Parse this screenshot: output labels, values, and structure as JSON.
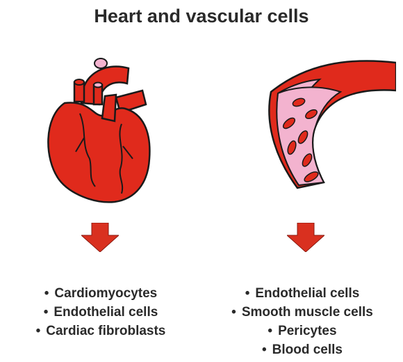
{
  "title": "Heart and vascular cells",
  "colors": {
    "red": "#e02a1c",
    "dark": "#1a1a1a",
    "pink": "#f3b3cf",
    "arrow": "#d9301f"
  },
  "icons": {
    "heart": "heart-icon",
    "vessel": "blood-vessel-icon",
    "arrow": "down-arrow-icon"
  },
  "heart_cells": [
    "Cardiomyocytes",
    "Endothelial cells",
    "Cardiac fibroblasts"
  ],
  "vascular_cells": [
    "Endothelial cells",
    "Smooth muscle cells",
    "Pericytes",
    "Blood cells"
  ],
  "bullet": "•"
}
